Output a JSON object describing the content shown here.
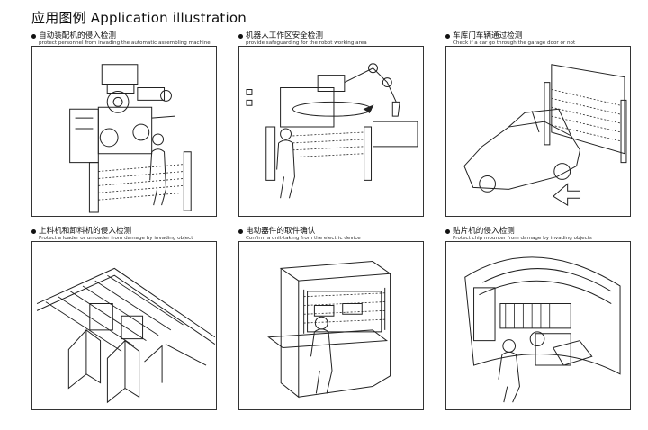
{
  "page": {
    "title": "应用图例 Application illustration"
  },
  "cells": [
    {
      "title": "自动装配机的侵入检测",
      "subtitle": "protect personnel from invading the automatic assembling machine",
      "illustration": "assembly-machine-light-curtain"
    },
    {
      "title": "机器人工作区安全检测",
      "subtitle": "provide safeguarding for the robot working area",
      "illustration": "robot-workarea-light-curtain"
    },
    {
      "title": "车库门车辆通过检测",
      "subtitle": "Check if a car go through the garage door or not",
      "illustration": "garage-door-car-detection"
    },
    {
      "title": "上料机和卸料机的侵入检测",
      "subtitle": "Protect a loader or unloader from damage by invading object",
      "illustration": "loader-unloader-light-curtain"
    },
    {
      "title": "电动器件的取件确认",
      "subtitle": "Confirm a unit-taking from the electric device",
      "illustration": "electric-device-unit-taking"
    },
    {
      "title": "贴片机的侵入检测",
      "subtitle": "Protect chip mounter from damage by invading objects",
      "illustration": "chip-mounter-light-curtain"
    }
  ]
}
